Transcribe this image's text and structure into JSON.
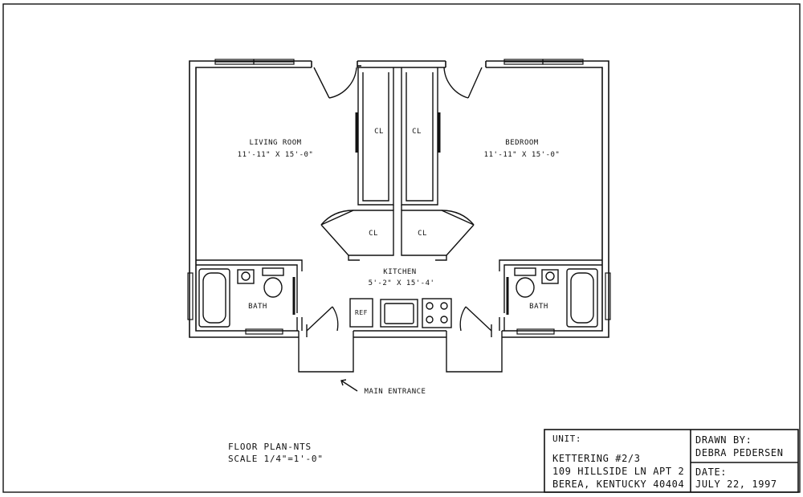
{
  "rooms": {
    "living": {
      "name": "LIVING ROOM",
      "size": "11'-11\" X 15'-0\""
    },
    "bedroom": {
      "name": "BEDROOM",
      "size": "11'-11\" X 15'-0\""
    },
    "kitchen": {
      "name": "KITCHEN",
      "size": "5'-2\" X 15'-4'"
    },
    "closet_label": "CL",
    "bath_label": "BATH",
    "ref_label": "REF"
  },
  "main_entrance": "MAIN ENTRANCE",
  "plan_note": {
    "line1": "FLOOR PLAN-NTS",
    "line2": "SCALE 1/4\"=1'-0\""
  },
  "title_block": {
    "unit_label": "UNIT:",
    "unit_name": "KETTERING #2/3",
    "address_line1": "109 HILLSIDE LN APT 2",
    "address_line2": "BEREA, KENTUCKY 40404",
    "drawn_by_label": "DRAWN BY:",
    "drawn_by": "DEBRA PEDERSEN",
    "date_label": "DATE:",
    "date": "JULY 22, 1997"
  }
}
